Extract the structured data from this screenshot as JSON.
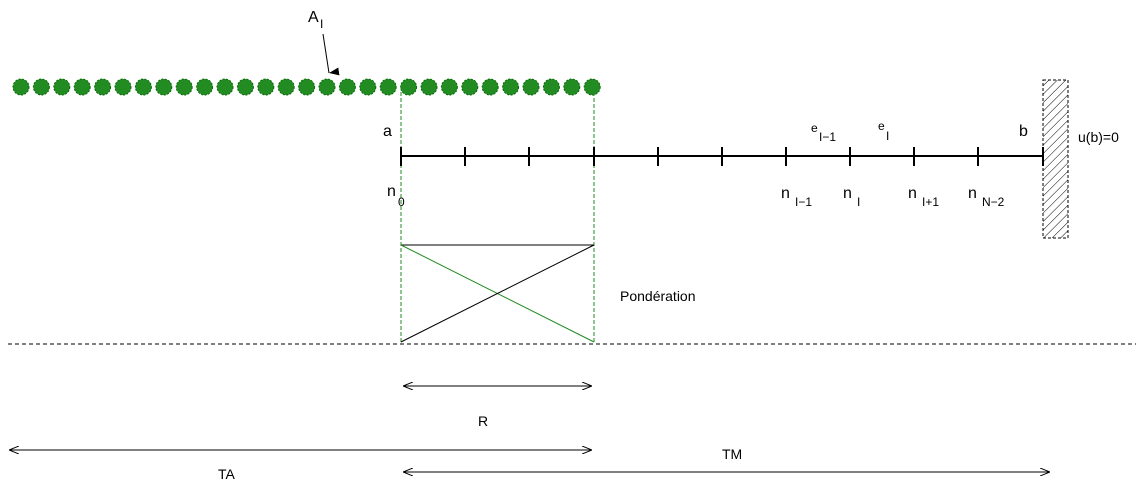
{
  "colors": {
    "atom": "#228b22",
    "atom_edge": "#0a6a0a",
    "line": "#000000",
    "green_line": "#228b22",
    "hatch": "#000000"
  },
  "labels": {
    "atom_main": "A",
    "atom_sub": "I",
    "a": "a",
    "b": "b",
    "bc": "u(b)=0",
    "ponderation": "Pondération",
    "R": "R",
    "TA": "TA",
    "TM": "TM"
  },
  "nodes": [
    {
      "main": "n",
      "sub": "0"
    },
    {
      "main": "n",
      "sub": "I−1"
    },
    {
      "main": "n",
      "sub": "I"
    },
    {
      "main": "n",
      "sub": "I+1"
    },
    {
      "main": "n",
      "sub": "N−2"
    }
  ],
  "elements": [
    {
      "main": "e",
      "sub": "I−1"
    },
    {
      "main": "e",
      "sub": "I"
    }
  ]
}
